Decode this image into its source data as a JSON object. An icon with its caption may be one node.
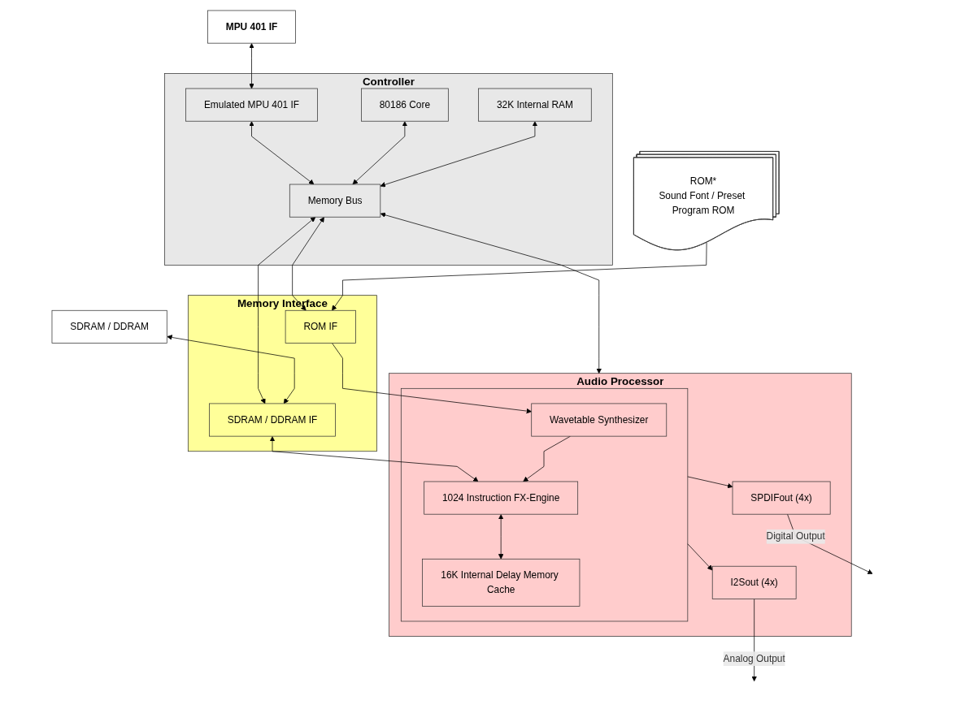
{
  "diagram": {
    "nodes": [
      {
        "text": [
          "MPU 401 IF"
        ]
      },
      {
        "text": [
          "Controller"
        ]
      },
      {
        "text": [
          "Emulated MPU 401 IF"
        ],
        "in": 1
      },
      {
        "text": [
          "80186 Core"
        ],
        "in": 1
      },
      {
        "text": [
          "32K Internal RAM"
        ],
        "in": 1
      },
      {
        "text": [
          "Memory Bus"
        ],
        "in": 1
      },
      {
        "text": [
          "ROM*",
          "Sound Font / Preset Program ROM"
        ]
      },
      {
        "text": [
          "Memory Interface"
        ]
      },
      {
        "text": [
          "ROM IF"
        ],
        "in": 7
      },
      {
        "text": [
          "SDRAM / DDRAM IF"
        ],
        "in": 7
      },
      {
        "text": [
          "Audio Processor"
        ]
      },
      {
        "text": [],
        "shape": "box",
        "in": 10
      },
      {
        "text": [
          "Wavetable Synthesizer"
        ],
        "in": 11
      },
      {
        "text": [
          "1024 Instruction FX-Engine"
        ],
        "in": 11
      },
      {
        "text": [
          "16K Internal Delay Memory Cache"
        ],
        "in": 11
      },
      {
        "text": [
          "SPDIFout (4x)"
        ],
        "in": 10
      },
      {
        "text": [
          "I2Sout (4x)"
        ],
        "in": 10
      },
      {
        "text": [
          "SDRAM / DDRAM"
        ]
      }
    ],
    "edges": [
      {
        "from": 0,
        "to": 2,
        "arrow": "both"
      },
      {
        "from": 2,
        "to": 5,
        "arrow": "both"
      },
      {
        "from": 3,
        "to": 5,
        "arrow": "both"
      },
      {
        "from": 4,
        "to": 5,
        "arrow": "both"
      },
      {
        "from": 5,
        "to": 8,
        "arrow": "both"
      },
      {
        "from": 5,
        "to": 9,
        "arrow": "both"
      },
      {
        "from": 5,
        "to": 10,
        "arrow": "both"
      },
      {
        "from": 6,
        "to": 8,
        "arrow": "to"
      },
      {
        "from": 8,
        "to": 12,
        "arrow": "to"
      },
      {
        "from": 17,
        "to": 9,
        "arrow": "both"
      },
      {
        "from": 9,
        "to": 13,
        "arrow": "both"
      },
      {
        "from": 12,
        "to": 13,
        "arrow": "to"
      },
      {
        "from": 13,
        "to": 14,
        "arrow": "both"
      },
      {
        "from": 11,
        "to": 15,
        "arrow": "to"
      },
      {
        "from": 11,
        "to": 16,
        "arrow": "to"
      },
      {
        "from": 15,
        "to": null,
        "label": "Digital Output",
        "arrow": "to"
      },
      {
        "from": 16,
        "to": null,
        "label": "Analog Output",
        "arrow": "to"
      }
    ]
  }
}
